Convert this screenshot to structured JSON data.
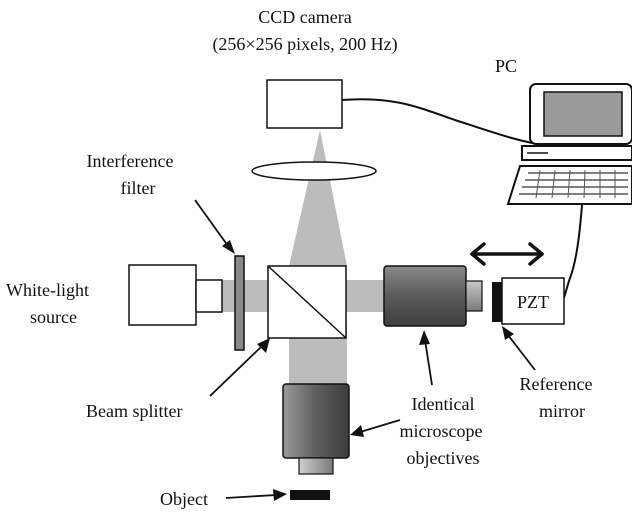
{
  "labels": {
    "ccd_camera_line1": "CCD camera",
    "ccd_camera_line2": "(256×256 pixels, 200 Hz)",
    "pc": "PC",
    "interference_filter_line1": "Interference",
    "interference_filter_line2": "filter",
    "white_light_source_line1": "White-light",
    "white_light_source_line2": "source",
    "pzt": "PZT",
    "beam_splitter": "Beam splitter",
    "identical_objectives_line1": "Identical",
    "identical_objectives_line2": "microscope",
    "identical_objectives_line3": "objectives",
    "reference_mirror_line1": "Reference",
    "reference_mirror_line2": "mirror",
    "object": "Object"
  },
  "colors": {
    "beam": "#bcbcbc",
    "outline": "#111111",
    "objective_dark": "#5a5a5a",
    "objective_light": "#9a9a9a",
    "filter": "#8a8a8a"
  }
}
